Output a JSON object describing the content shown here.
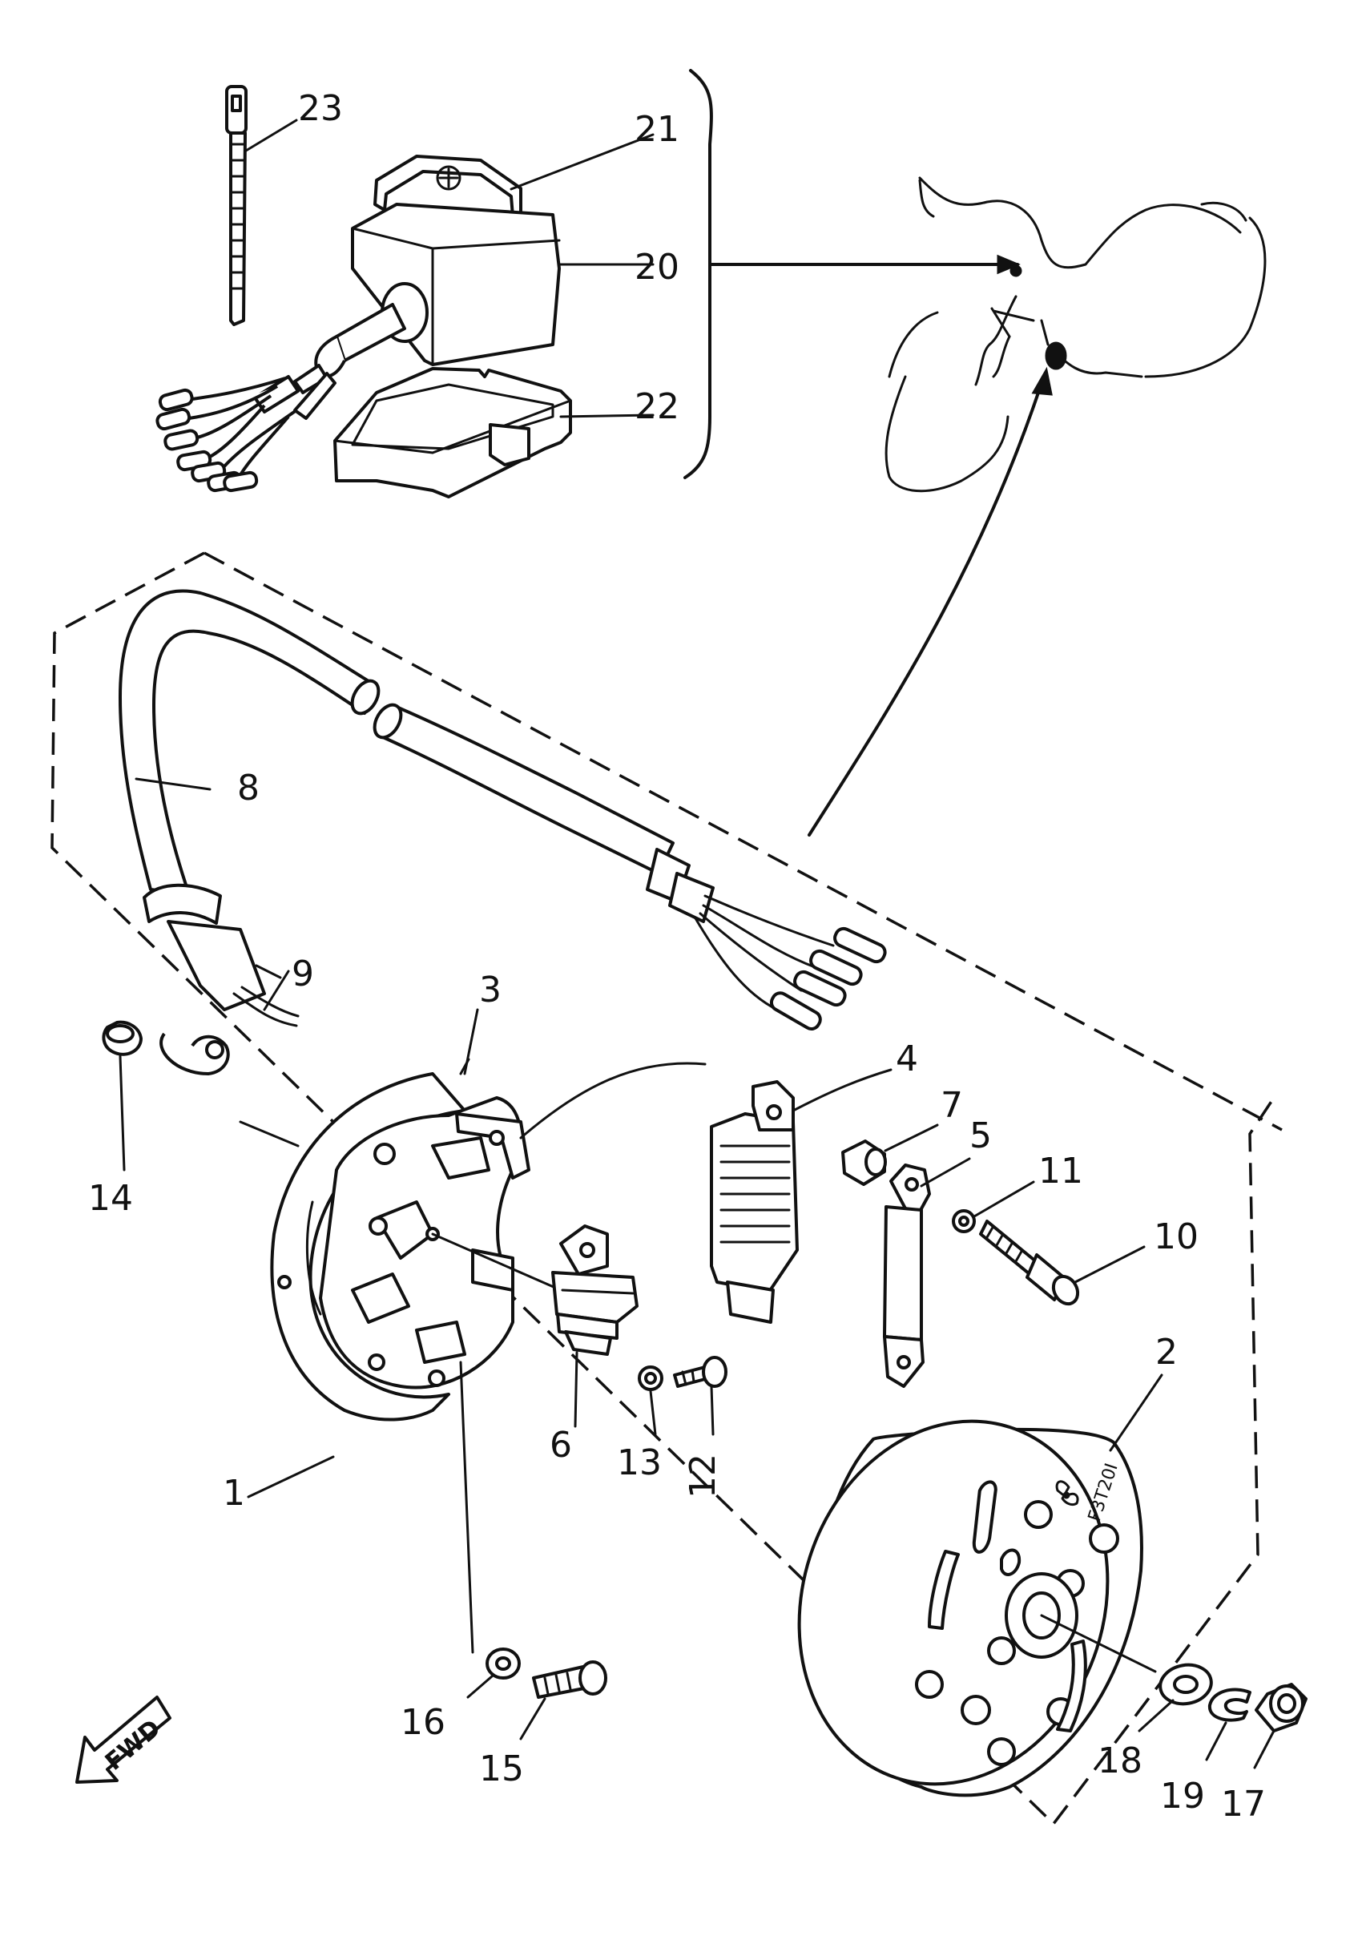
{
  "callouts": [
    "1",
    "2",
    "3",
    "4",
    "5",
    "6",
    "7",
    "8",
    "9",
    "10",
    "11",
    "12",
    "13",
    "14",
    "15",
    "16",
    "17",
    "18",
    "19",
    "20",
    "21",
    "22",
    "23"
  ],
  "rotor_stamp": "F3T20I",
  "direction_label": "FWD"
}
